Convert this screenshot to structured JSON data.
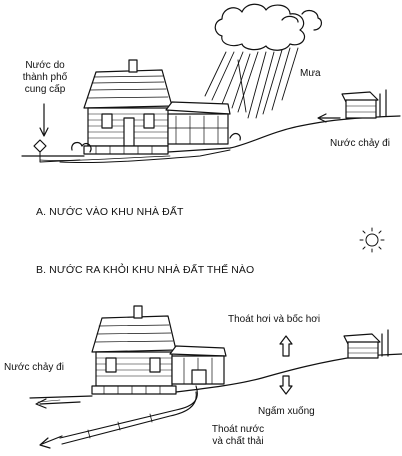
{
  "section_a": {
    "caption": "A. NƯỚC VÀO KHU NHÀ ĐẤT",
    "city_water_line1": "Nước do",
    "city_water_line2": "thành phố",
    "city_water_line3": "cung cấp",
    "rain": "Mưa",
    "runoff": "Nước chảy đi"
  },
  "section_b": {
    "caption": "B. NƯỚC RA KHỎI KHU NHÀ ĐẤT THẾ NÀO",
    "evaporation": "Thoát hơi và bốc hơi",
    "runoff": "Nước chảy đi",
    "infiltration": "Ngấm xuống",
    "drainage_line1": "Thoát nước",
    "drainage_line2": "và chất thải"
  },
  "icons": [
    "cloud-icon",
    "rain-icon",
    "sun-icon",
    "house-icon",
    "shed-icon",
    "arrow-up-icon",
    "arrow-down-icon"
  ]
}
